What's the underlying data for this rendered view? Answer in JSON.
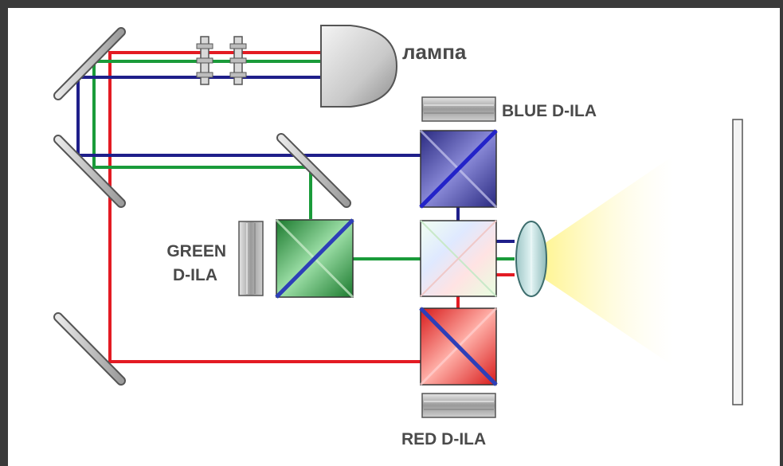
{
  "labels": {
    "lamp": "лампа",
    "blue_panel": "BLUE D-ILA",
    "green_panel_line1": "GREEN",
    "green_panel_line2": "D-ILA",
    "red_panel": "RED D-ILA"
  },
  "colors": {
    "red_beam": "#e31b23",
    "green_beam": "#1a9b3a",
    "blue_beam": "#1f1f8a",
    "mirror": "#c8c8c8",
    "label_text": "#4a4a4a",
    "projected_light": "#fff48a"
  }
}
